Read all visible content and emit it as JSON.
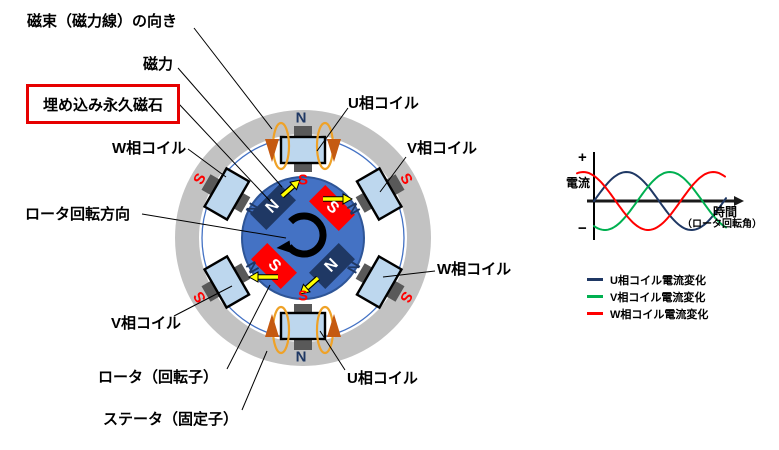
{
  "diagram": {
    "labels": {
      "flux_direction": "磁束（磁力線）の向き",
      "magnetic_force": "磁力",
      "embedded_magnet": "埋め込み永久磁石",
      "w_coil_upper_left": "W相コイル",
      "rotor_rotation": "ロータ回転方向",
      "v_coil_lower_left": "V相コイル",
      "rotor": "ロータ（回転子）",
      "stator": "ステータ（固定子）",
      "u_coil_top": "U相コイル",
      "v_coil_upper_right": "V相コイル",
      "w_coil_lower_right": "W相コイル",
      "u_coil_bottom": "U相コイル"
    },
    "poles": {
      "north": "N",
      "south": "S"
    },
    "colors": {
      "stator_ring": "#C2C2C2",
      "rotor": "#4472C4",
      "coil": "#BDD7EE",
      "tooth": "#595959",
      "magnet_north": "#1F3864",
      "magnet_south": "#FF0000",
      "flux_loop": "#EFA227",
      "flux_arrowhead": "#C55A11",
      "force_arrow": "#FFFF00",
      "pole_north_text": "#1F3864",
      "pole_south_text": "#FF0000",
      "highlight_box": "#E60000"
    }
  },
  "chart_data": {
    "type": "line",
    "title": "",
    "ylabel": "電流",
    "xlabel": "時間（ロータ回転角）",
    "xlabel_lines": [
      "時間",
      "（ロータ回転角）"
    ],
    "y_ticks": [
      "+",
      "−"
    ],
    "x_range_deg": [
      0,
      390
    ],
    "amplitude": 1,
    "grid": false,
    "legend_position": "below-left",
    "series": [
      {
        "id": "u",
        "name": "U相コイル電流変化",
        "color": "#1F3864",
        "waveform": "sine",
        "phase_deg": 0
      },
      {
        "id": "v",
        "name": "V相コイル電流変化",
        "color": "#00B050",
        "waveform": "sine",
        "phase_deg": -120
      },
      {
        "id": "w",
        "name": "W相コイル電流変化",
        "color": "#FF0000",
        "waveform": "sine",
        "phase_deg": 120
      }
    ]
  }
}
